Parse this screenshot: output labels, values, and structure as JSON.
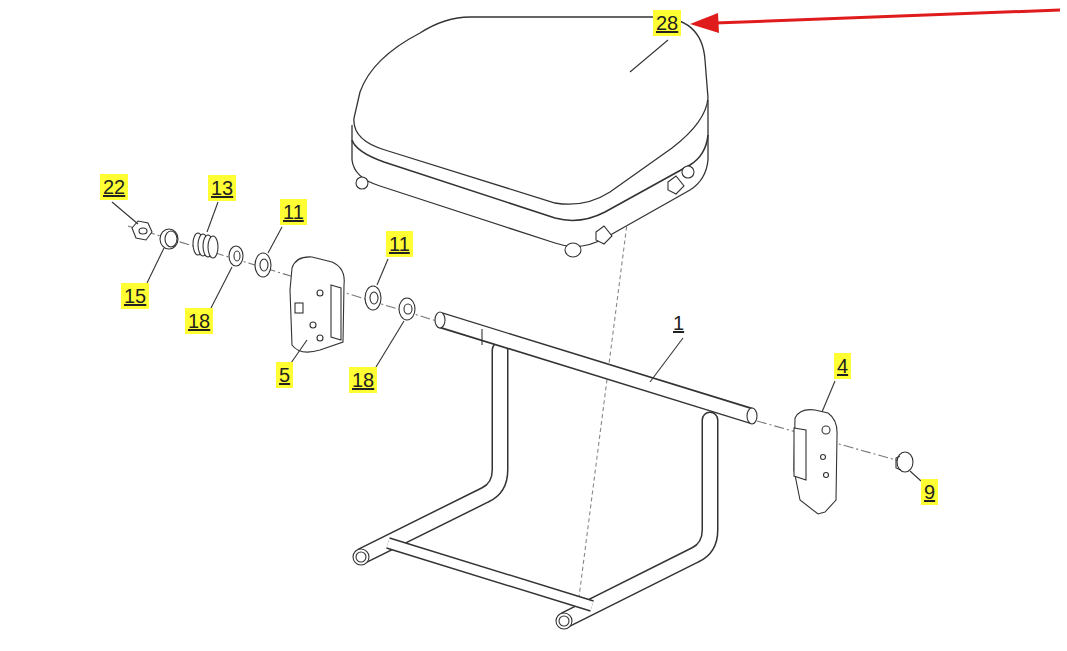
{
  "diagram": {
    "labels": [
      "28",
      "22",
      "13",
      "11",
      "11",
      "15",
      "18",
      "5",
      "18",
      "1",
      "4",
      "9"
    ]
  }
}
